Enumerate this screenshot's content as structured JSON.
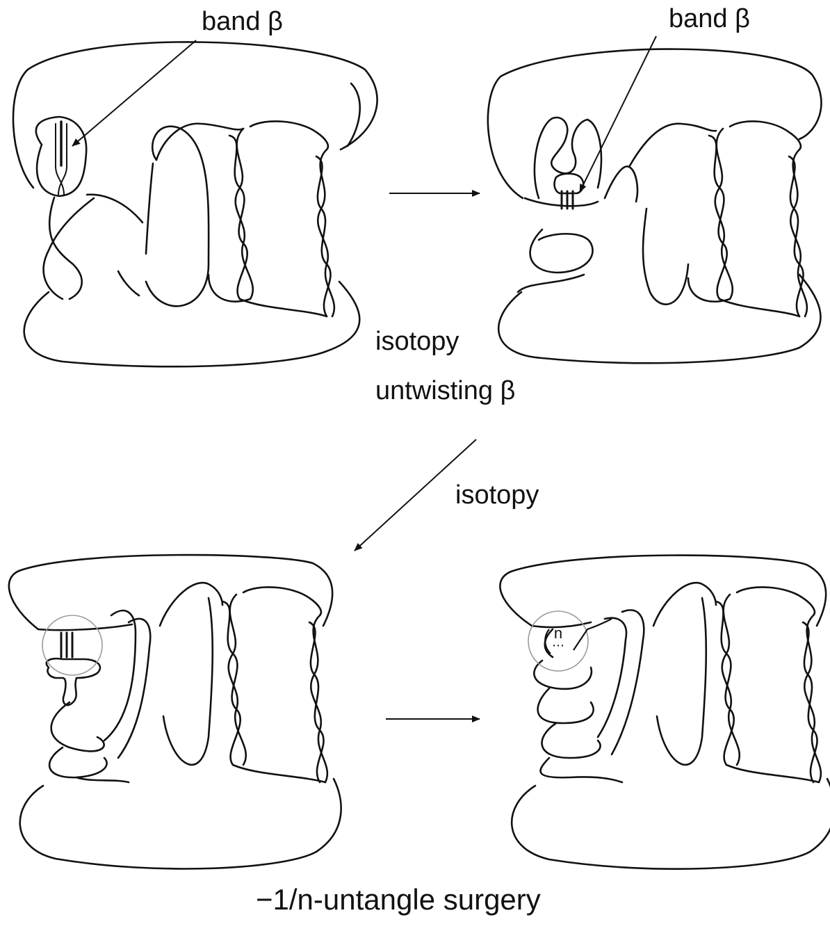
{
  "labels": {
    "band_left": "band β",
    "band_right": "band β",
    "isotopy_1": "isotopy",
    "untwisting": "untwisting β",
    "isotopy_2": "isotopy",
    "surgery": "−1/n-untangle surgery",
    "n_mark": "n"
  },
  "colors": {
    "ink": "#111111",
    "circle": "#9a9a9a"
  }
}
